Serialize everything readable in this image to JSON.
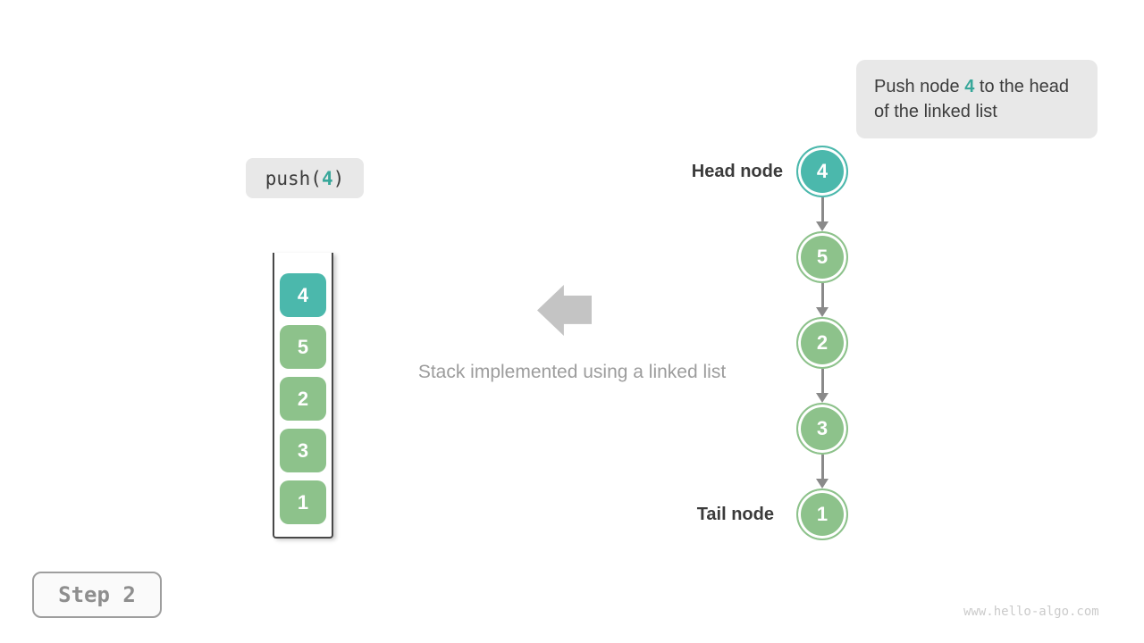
{
  "page": {
    "watermark": "www.hello-algo.com"
  },
  "colors": {
    "teal": "#4bb8ac",
    "teal_text": "#38a79a",
    "green": "#8dc28b"
  },
  "annotation": {
    "prefix": "Push node ",
    "highlight": "4",
    "suffix": " to the head of the linked list"
  },
  "operation": {
    "prefix": "push(",
    "arg": "4",
    "suffix": ")"
  },
  "stack": {
    "items": [
      {
        "value": "4",
        "highlight": true
      },
      {
        "value": "5",
        "highlight": false
      },
      {
        "value": "2",
        "highlight": false
      },
      {
        "value": "3",
        "highlight": false
      },
      {
        "value": "1",
        "highlight": false
      }
    ]
  },
  "caption": {
    "text": "Stack implemented using a linked list"
  },
  "linked_list": {
    "head_label": "Head node",
    "tail_label": "Tail node",
    "nodes": [
      {
        "value": "4",
        "highlight": true
      },
      {
        "value": "5",
        "highlight": false
      },
      {
        "value": "2",
        "highlight": false
      },
      {
        "value": "3",
        "highlight": false
      },
      {
        "value": "1",
        "highlight": false
      }
    ]
  },
  "step": {
    "label": "Step 2"
  }
}
